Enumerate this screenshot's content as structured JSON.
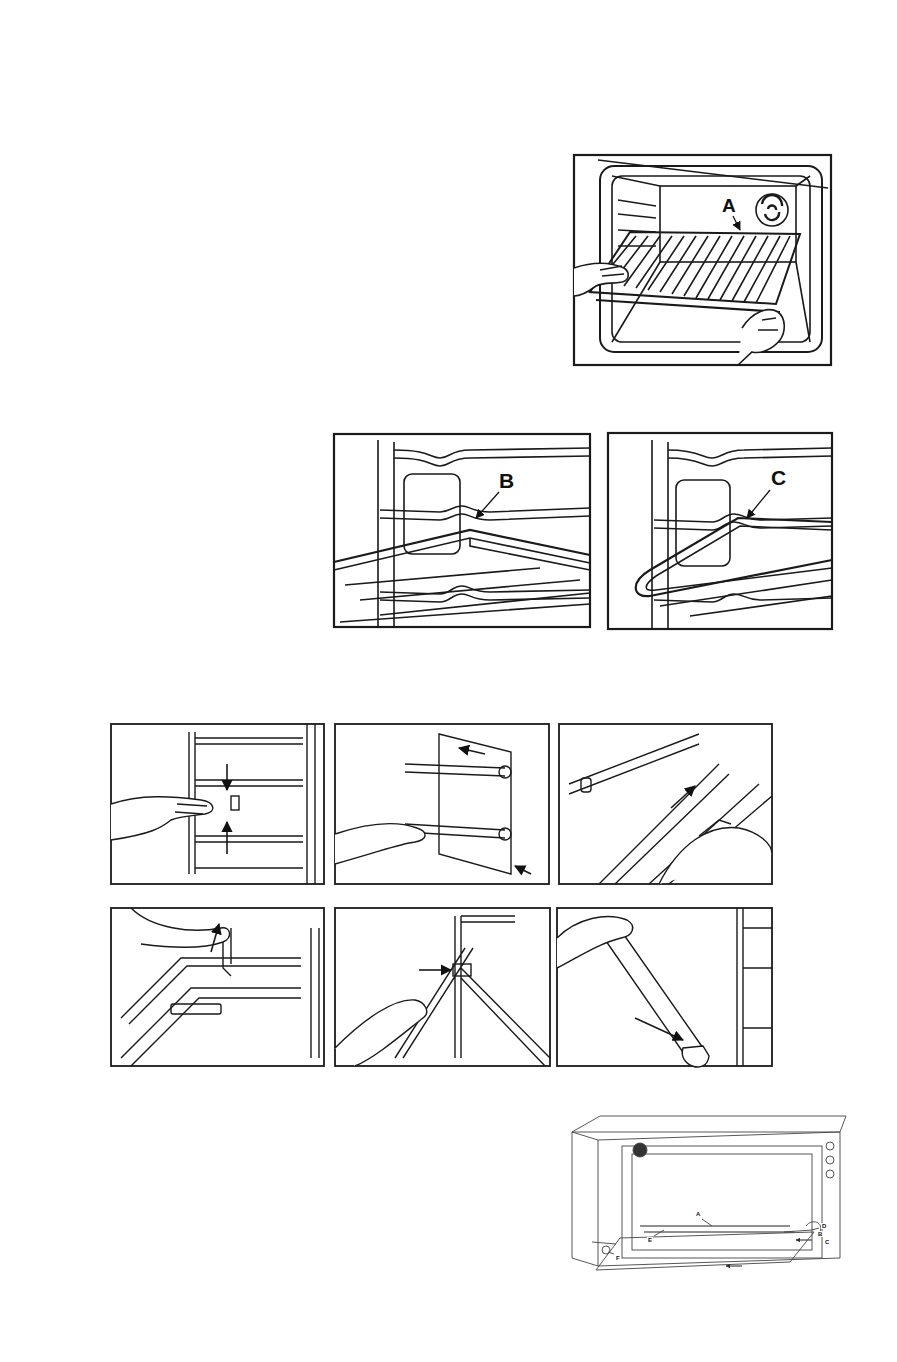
{
  "diagram": {
    "labels": [
      "A",
      "B",
      "C",
      "D",
      "B",
      "C",
      "A",
      "E",
      "F"
    ]
  }
}
